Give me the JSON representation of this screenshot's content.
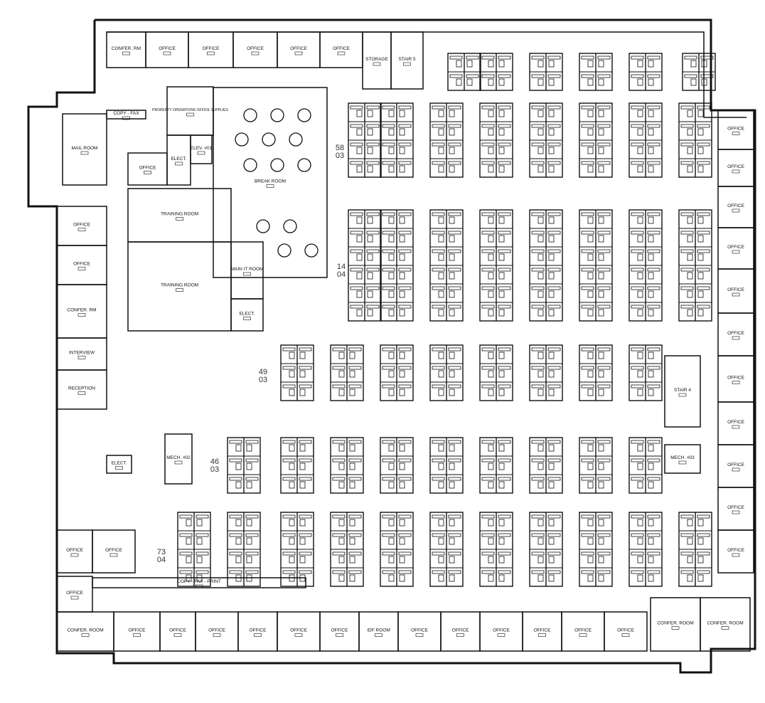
{
  "title": "Office floor plan",
  "rooms": {
    "top": [
      "CONFER. RM",
      "OFFICE",
      "OFFICE",
      "OFFICE",
      "OFFICE",
      "OFFICE",
      "STORAGE",
      "STAIR 5"
    ],
    "right": [
      "OFFICE",
      "OFFICE",
      "OFFICE",
      "OFFICE",
      "OFFICE",
      "OFFICE",
      "OFFICE",
      "OFFICE",
      "OFFICE",
      "OFFICE",
      "OFFICE"
    ],
    "bottom": [
      "CONFER. ROOM",
      "OFFICE",
      "OFFICE",
      "OFFICE",
      "OFFICE",
      "OFFICE",
      "OFFICE",
      "IDF ROOM",
      "OFFICE",
      "OFFICE",
      "OFFICE",
      "OFFICE",
      "OFFICE",
      "OFFICE",
      "CONFER. ROOM",
      "CONFER. ROOM"
    ],
    "left": [
      "MAIL ROOM",
      "OFFICE",
      "OFFICE",
      "CONFER. RM",
      "INTERVIEW",
      "RECEPTION",
      "OFFICE",
      "OFFICE",
      "OFFICE"
    ],
    "interior": [
      "PROPERTY OPERATIONS OFFICE SUPPLIES",
      "ELEV. #01",
      "OFFICE",
      "ELECT.",
      "BREAK ROOM",
      "TRAINING ROOM",
      "TRAINING ROOM",
      "MAIN IT ROOM",
      "ELECT.",
      "MECH. #02",
      "MECH. #03",
      "STAIR 4",
      "ELECT.",
      "COPY - FAX - PRINT",
      "COPY - FAX"
    ]
  },
  "column_markers": [
    "58 03",
    "14 04",
    "49 03",
    "46 03",
    "73 04"
  ]
}
